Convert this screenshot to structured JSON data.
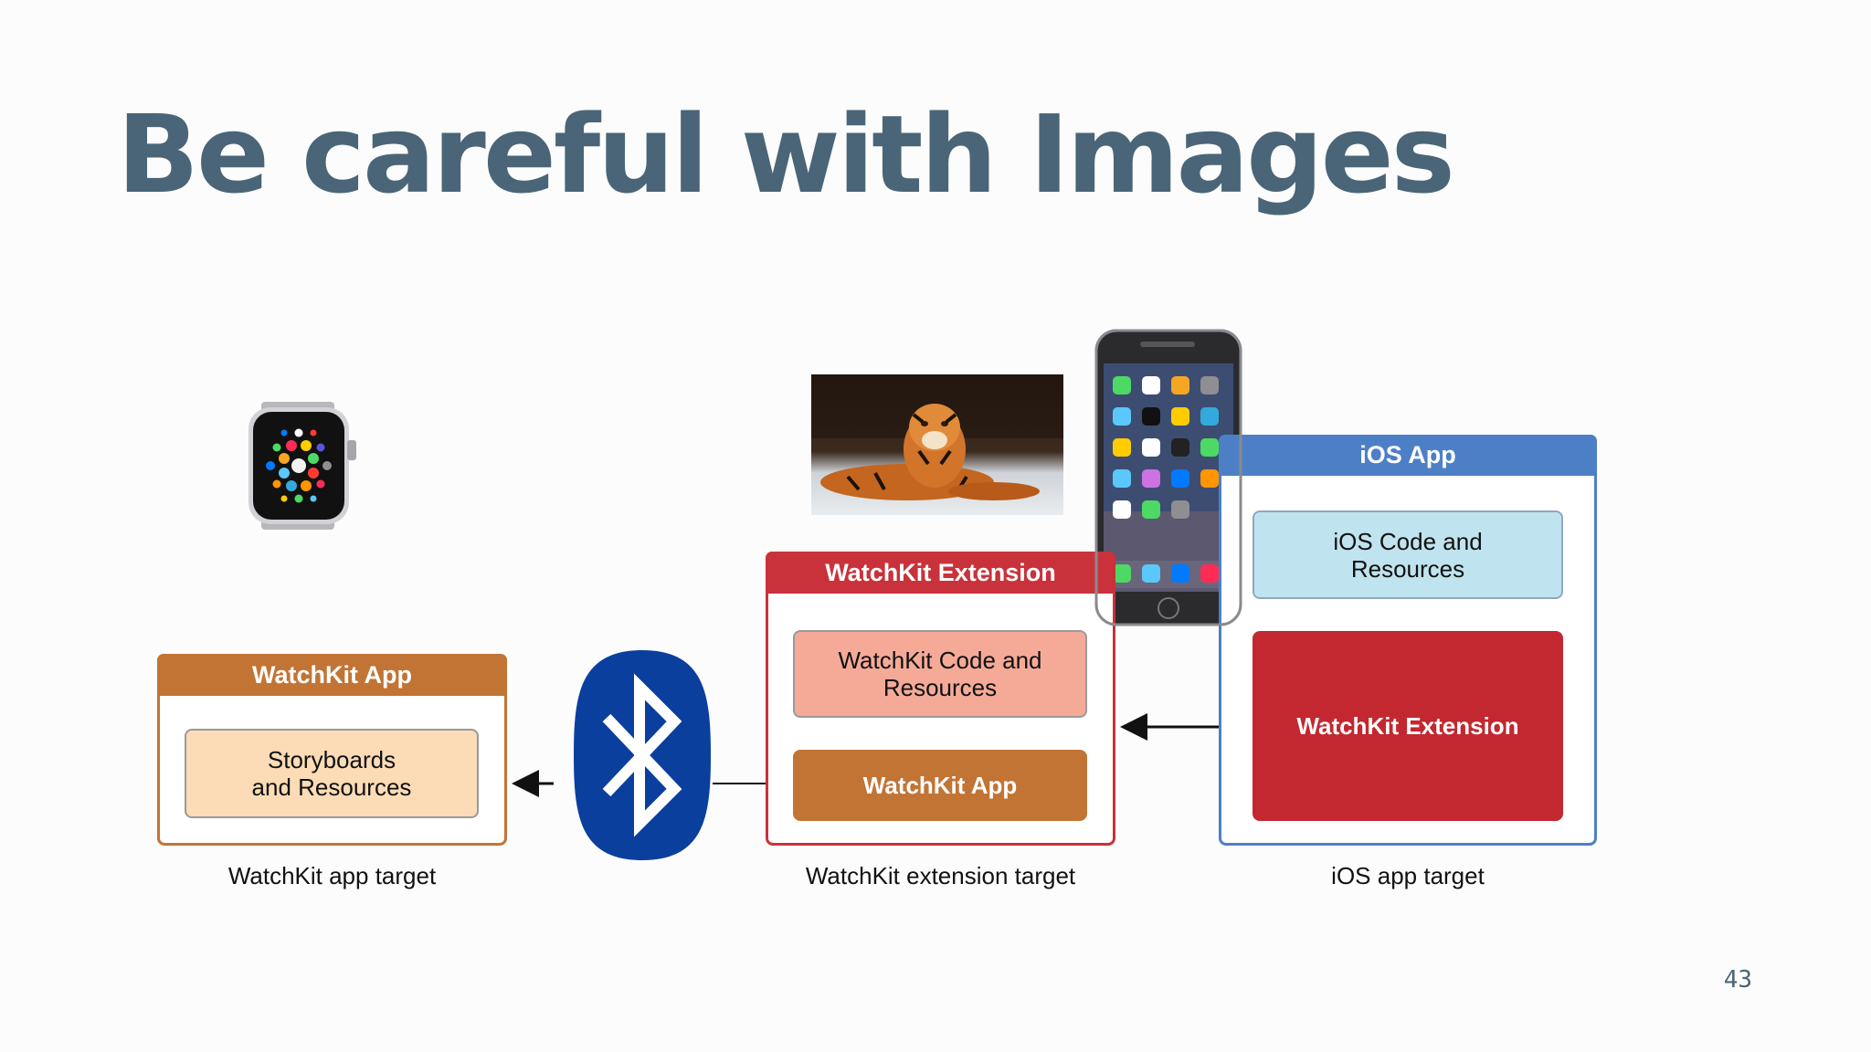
{
  "slide": {
    "title": "Be careful with Images",
    "page_number": "43"
  },
  "watchkit_app_target": {
    "header": "WatchKit App",
    "inner_box": "Storyboards\nand Resources",
    "caption": "WatchKit app target",
    "color": "#c27435"
  },
  "watchkit_extension_target": {
    "header": "WatchKit Extension",
    "inner_code_box": "WatchKit Code and\nResources",
    "inner_app_box": "WatchKit App",
    "caption": "WatchKit extension target",
    "color": "#c9323a"
  },
  "ios_app_target": {
    "header": "iOS App",
    "inner_code_box": "iOS Code and\nResources",
    "inner_extension_box": "WatchKit Extension",
    "caption": "iOS app target",
    "color": "#4d7fc6"
  },
  "images": {
    "watch": "apple-watch-icon",
    "tiger": "tiger-photo",
    "iphone": "iphone-icon",
    "bluetooth": "bluetooth-icon"
  }
}
